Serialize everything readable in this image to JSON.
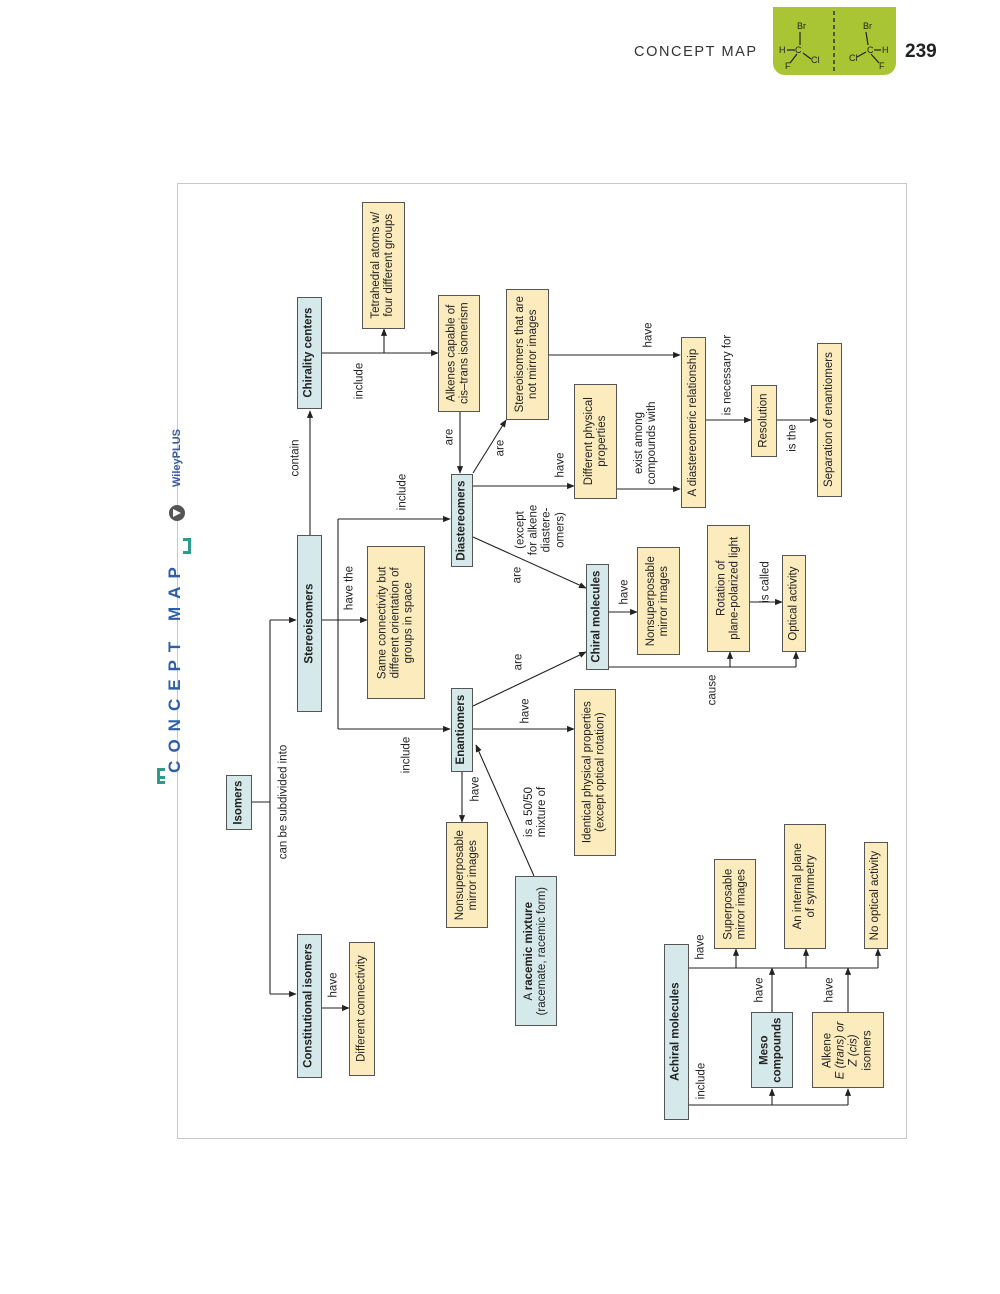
{
  "header": {
    "label": "CONCEPT MAP",
    "page_number": "239",
    "accent_color": "#a9c533",
    "logo_atoms": {
      "left": {
        "top": "Br",
        "left": "H",
        "right": "Cl",
        "bottom": "F",
        "center": "C"
      },
      "right": {
        "top": "Br",
        "left": "Cl",
        "right": "H",
        "bottom": "F",
        "center": "C"
      }
    }
  },
  "concept_map": {
    "title": "CONCEPT MAP",
    "title_color": "#2d5ea8",
    "wiley_label": "WileyPLUS",
    "nodes": {
      "isomers": "Isomers",
      "constitutional": "Constitutional isomers",
      "different_connectivity": "Different connectivity",
      "stereoisomers": "Stereoisomers",
      "same_connectivity": [
        "Same connectivity but",
        "different orientation of",
        "groups in space"
      ],
      "chirality_centers": "Chirality centers",
      "tetrahedral": [
        "Tetrahedral atoms w/",
        "four different groups"
      ],
      "alkenes_cis_trans": [
        "Alkenes capable of",
        "cis–trans isomerism"
      ],
      "diastereomers": "Diastereomers",
      "stereo_not_mirror": [
        "Stereoisomers that are",
        "not mirror images"
      ],
      "different_physical": [
        "Different physical",
        "properties"
      ],
      "diastereomeric_rel": "A diastereomeric relationship",
      "resolution": "Resolution",
      "separation": "Separation of enantiomers",
      "enantiomers": "Enantiomers",
      "chiral_molecules": "Chiral molecules",
      "nonsup_chiral": [
        "Nonsuperposable",
        "mirror images"
      ],
      "rotation": [
        "Rotation of",
        "plane-polarized light"
      ],
      "optical_activity": "Optical activity",
      "identical_physical": [
        "Identical physical properties",
        "(except optical rotation)"
      ],
      "nonsup_enant": [
        "Nonsuperposable",
        "mirror images"
      ],
      "racemic_bold": "racemic mixture",
      "racemic_pre": "A ",
      "racemic_line2": "(racemate, racemic form)",
      "achiral": "Achiral molecules",
      "meso": [
        "Meso",
        "compounds"
      ],
      "alkene_e_z": [
        "Alkene",
        "E (trans) or",
        "Z (cis)",
        "isomers"
      ],
      "superposable": [
        "Superposable",
        "mirror images"
      ],
      "internal_plane": [
        "An internal plane",
        "of symmetry"
      ],
      "no_optical": "No optical activity"
    },
    "link_labels": {
      "subdivided": "can be subdivided into",
      "have_constitutional": "have",
      "contain": "contain",
      "have_the": "have the",
      "include_chirality": "include",
      "include_diast": "include",
      "include_enant": "include",
      "are_alkenes": "are",
      "are_stereo": "are",
      "have_diast_phys": "have",
      "exist_among": [
        "exist among",
        "compounds with"
      ],
      "have_diast_rel": "have",
      "is_necessary": "is necessary for",
      "is_the": "is the",
      "except_alkene": [
        "(except",
        "for alkene",
        "diastere-",
        "omers)"
      ],
      "are_diast_chiral": "are",
      "are_enant_chiral": "are",
      "have_chiral": "have",
      "is_called": "is called",
      "cause": "cause",
      "have_enant_phys": "have",
      "have_enant_mirror": "have",
      "is_5050": [
        "is a 50/50",
        "mixture of"
      ],
      "include_achiral": "include",
      "have_achiral": "have",
      "have_meso": "have",
      "have_alkene": "have"
    }
  }
}
